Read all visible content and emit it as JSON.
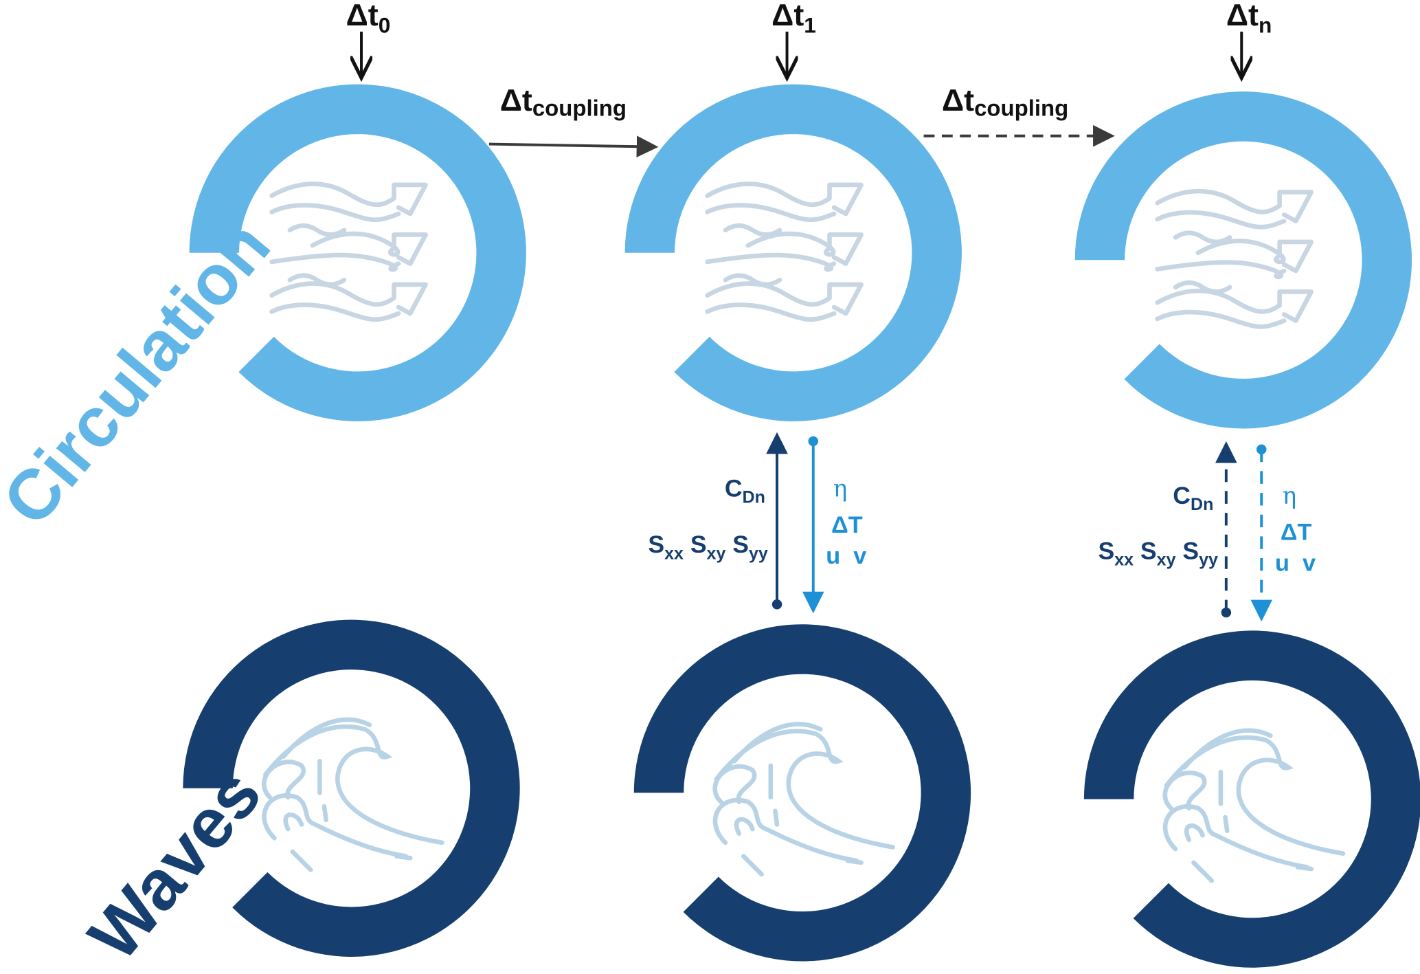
{
  "colors": {
    "circulation": "#62b6e7",
    "waves": "#163f6f",
    "forcing_light": "#1e90d6",
    "forcing_dark": "#163f6f",
    "coupling_arrow": "#3a3a3a",
    "icon_circulation": "#c8d5e2",
    "icon_waves": "#b9d3e6",
    "timestep": "#111111"
  },
  "timesteps": [
    {
      "symbol": "Δt",
      "sub": "0"
    },
    {
      "symbol": "Δt",
      "sub": "1"
    },
    {
      "symbol": "Δt",
      "sub": "n"
    }
  ],
  "coupling": [
    {
      "symbol": "Δt",
      "sub": "coupling",
      "style": "solid"
    },
    {
      "symbol": "Δt",
      "sub": "coupling",
      "style": "dashed"
    }
  ],
  "models": {
    "circulation_label": "Circulation",
    "waves_label": "Waves"
  },
  "exchange": [
    {
      "style": "solid",
      "cdn": "C",
      "cdn_sub": "Dn",
      "s": [
        {
          "t": "S",
          "sub": "xx"
        },
        {
          "t": "S",
          "sub": "xy"
        },
        {
          "t": "S",
          "sub": "yy"
        }
      ],
      "eta": "η",
      "dT": "ΔT",
      "uv": "u  v"
    },
    {
      "style": "dashed",
      "cdn": "C",
      "cdn_sub": "Dn",
      "s": [
        {
          "t": "S",
          "sub": "xx"
        },
        {
          "t": "S",
          "sub": "xy"
        },
        {
          "t": "S",
          "sub": "yy"
        }
      ],
      "eta": "η",
      "dT": "ΔT",
      "uv": "u  v"
    }
  ]
}
